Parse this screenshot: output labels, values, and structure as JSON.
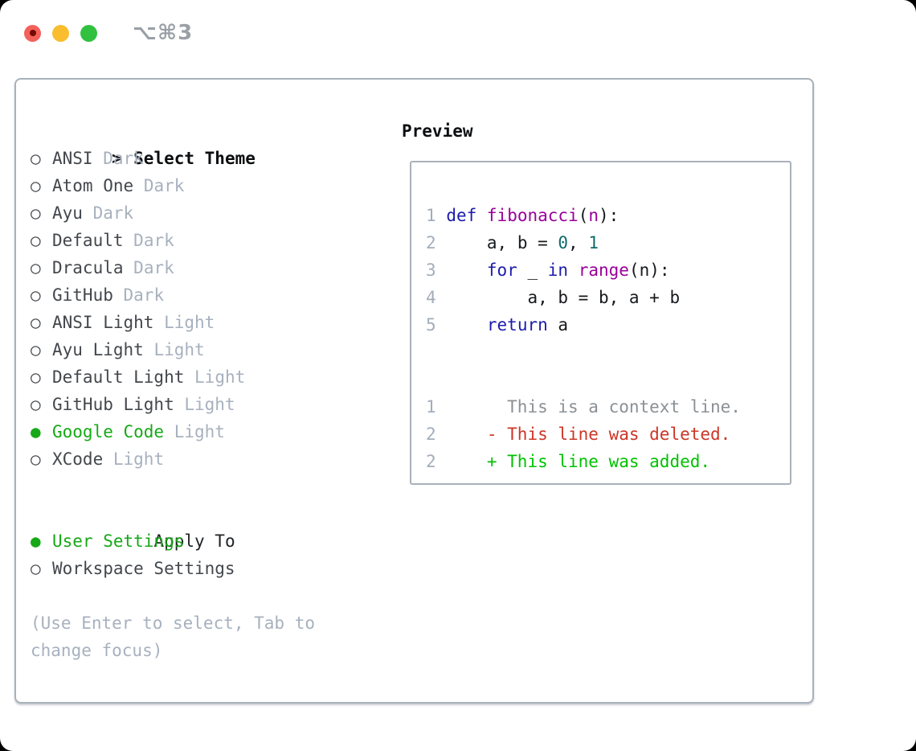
{
  "window": {
    "title": "⌥⌘3"
  },
  "colors": {
    "traffic_red": "#f4605a",
    "traffic_red_dot": "#740b03",
    "traffic_yellow": "#f9bd2e",
    "traffic_green": "#31c13f",
    "accent_green": "#17a817",
    "muted_gray": "#a7b1be",
    "border_gray": "#a9b1ba",
    "syntax_keyword": "#1c1cab",
    "syntax_function": "#990099",
    "syntax_number": "#0e6b6b",
    "diff_context": "#8a9095",
    "diff_deleted": "#cd3626",
    "diff_added": "#00c200"
  },
  "theme_panel": {
    "header_prefix": ">",
    "header": "Select Theme",
    "items": [
      {
        "name": "ANSI",
        "variant": "Dark",
        "selected": false
      },
      {
        "name": "Atom One",
        "variant": "Dark",
        "selected": false
      },
      {
        "name": "Ayu",
        "variant": "Dark",
        "selected": false
      },
      {
        "name": "Default",
        "variant": "Dark",
        "selected": false
      },
      {
        "name": "Dracula",
        "variant": "Dark",
        "selected": false
      },
      {
        "name": "GitHub",
        "variant": "Dark",
        "selected": false
      },
      {
        "name": "ANSI Light",
        "variant": "Light",
        "selected": false
      },
      {
        "name": "Ayu Light",
        "variant": "Light",
        "selected": false
      },
      {
        "name": "Default Light",
        "variant": "Light",
        "selected": false
      },
      {
        "name": "GitHub Light",
        "variant": "Light",
        "selected": false
      },
      {
        "name": "Google Code",
        "variant": "Light",
        "selected": true
      },
      {
        "name": "XCode",
        "variant": "Light",
        "selected": false
      }
    ]
  },
  "apply_panel": {
    "header": "Apply To",
    "options": [
      {
        "label": "User Settings",
        "selected": true
      },
      {
        "label": "Workspace Settings",
        "selected": false
      }
    ]
  },
  "help_text": "(Use Enter to select, Tab to change focus)",
  "preview_panel": {
    "header": "Preview",
    "code": [
      {
        "num": "1",
        "tokens": [
          [
            "kw",
            "def"
          ],
          [
            "pl",
            " "
          ],
          [
            "fn",
            "fibonacci"
          ],
          [
            "pl",
            "("
          ],
          [
            "fn",
            "n"
          ],
          [
            "pl",
            "):"
          ]
        ]
      },
      {
        "num": "2",
        "tokens": [
          [
            "pl",
            "    a, b = "
          ],
          [
            "nm",
            "0"
          ],
          [
            "pl",
            ", "
          ],
          [
            "nm",
            "1"
          ]
        ]
      },
      {
        "num": "3",
        "tokens": [
          [
            "pl",
            "    "
          ],
          [
            "kw",
            "for"
          ],
          [
            "pl",
            " _ "
          ],
          [
            "kw",
            "in"
          ],
          [
            "pl",
            " "
          ],
          [
            "fn",
            "range"
          ],
          [
            "pl",
            "(n):"
          ]
        ]
      },
      {
        "num": "4",
        "tokens": [
          [
            "pl",
            "        a, b = b, a + b"
          ]
        ]
      },
      {
        "num": "5",
        "tokens": [
          [
            "pl",
            "    "
          ],
          [
            "kw",
            "return"
          ],
          [
            "pl",
            " a"
          ]
        ]
      }
    ],
    "diff": [
      {
        "num": "1",
        "marker": " ",
        "type": "context",
        "text": "This is a context line."
      },
      {
        "num": "2",
        "marker": "-",
        "type": "deleted",
        "text": "This line was deleted."
      },
      {
        "num": "2",
        "marker": "+",
        "type": "added",
        "text": "This line was added."
      }
    ]
  }
}
